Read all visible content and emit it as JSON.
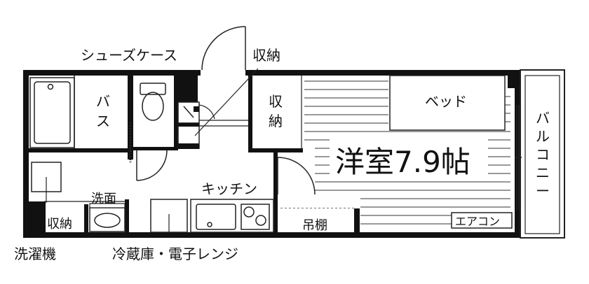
{
  "labels": {
    "shoe_case": "シューズケース",
    "storage_top": "収納",
    "bath": "バス",
    "storage_closet": "収納",
    "bed": "ベッド",
    "room": "洋室7.9帖",
    "balcony": "バルコニー",
    "kitchen": "キッチン",
    "washroom": "洗面",
    "storage_small": "収納",
    "hanging_shelf": "吊棚",
    "aircon": "エアコン",
    "washing_machine": "洗濯機",
    "fridge_range": "冷蔵庫・電子レンジ"
  },
  "colors": {
    "wall": "#111111",
    "line": "#222222",
    "paper": "#ffffff"
  }
}
